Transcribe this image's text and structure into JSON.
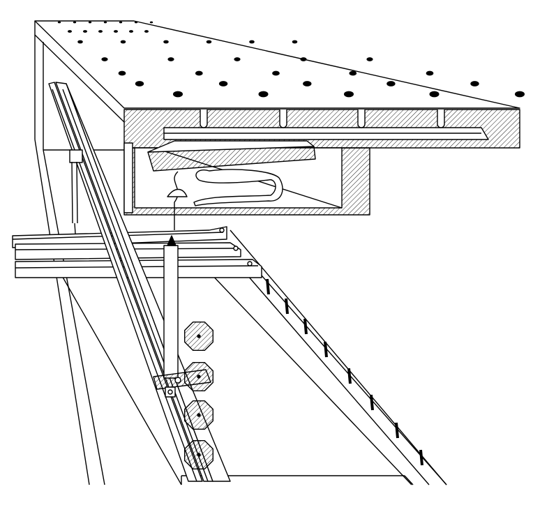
{
  "colors": {
    "stroke": "#000000",
    "background": "#ffffff",
    "hatch": "#000000"
  },
  "drawing": {
    "hole_rows": [
      {
        "count": 7
      },
      {
        "count": 6
      },
      {
        "count": 6
      },
      {
        "count": 5
      },
      {
        "count": 5
      },
      {
        "count": 5
      },
      {
        "count": 5
      }
    ],
    "rod_count": 4,
    "plank_count": 3,
    "tick_count": 8
  }
}
